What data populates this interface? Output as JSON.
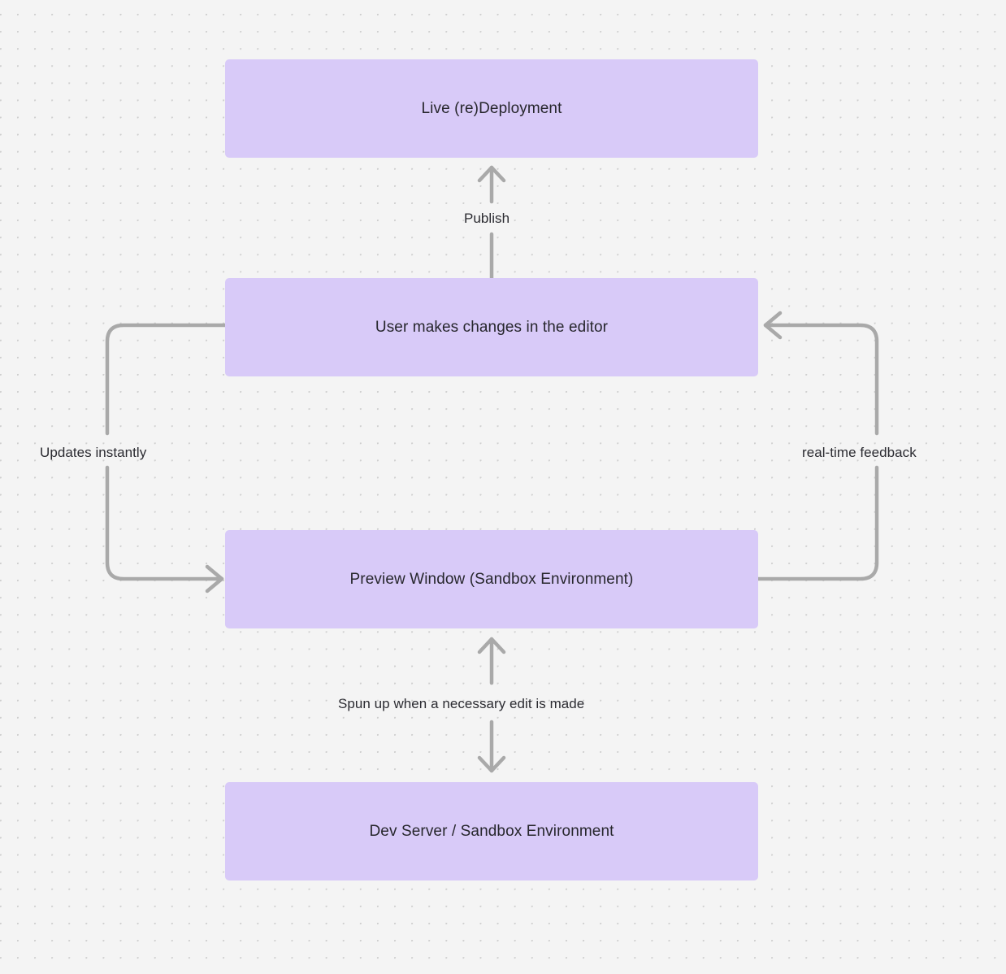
{
  "diagram": {
    "title": "Live deployment and preview loop flowchart",
    "type": "flowchart",
    "background_color": "#f4f4f4",
    "grid": "dotted",
    "node_fill_color": "#d8caf8",
    "edge_color": "#a9a9a9",
    "text_color": "#27272d",
    "nodes": [
      {
        "id": "live",
        "label": "Live (re)Deployment"
      },
      {
        "id": "editor",
        "label": "User makes changes in the editor"
      },
      {
        "id": "preview",
        "label": "Preview Window (Sandbox Environment)"
      },
      {
        "id": "devserver",
        "label": "Dev Server / Sandbox Environment"
      }
    ],
    "edges": [
      {
        "id": "publish",
        "label": "Publish",
        "from": "editor",
        "to": "live",
        "direction": "up"
      },
      {
        "id": "updates",
        "label": "Updates instantly",
        "from": "editor",
        "to": "preview",
        "direction": "left-loop-down"
      },
      {
        "id": "realtime",
        "label": "real-time feedback",
        "from": "preview",
        "to": "editor",
        "direction": "right-loop-up"
      },
      {
        "id": "spunup",
        "label": "Spun up when a necessary edit is made",
        "from": "preview",
        "to": "devserver",
        "direction": "bidirectional"
      }
    ]
  }
}
